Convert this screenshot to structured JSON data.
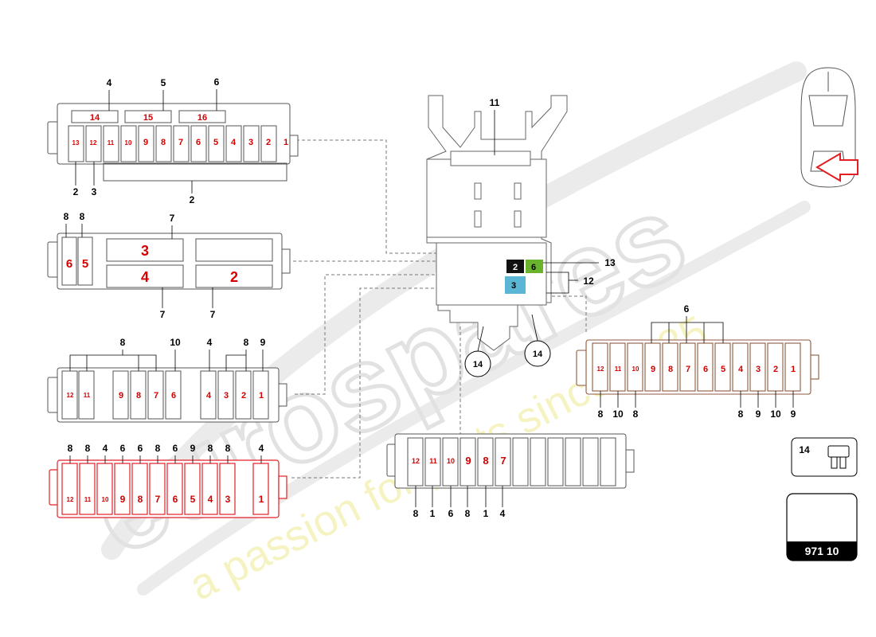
{
  "watermark": {
    "brand": "eurospares",
    "tagline": "a passion for parts since 1985"
  },
  "catalog": {
    "code": "971 10",
    "legend_callout": "14"
  },
  "colors": {
    "fuse_number_red": "#d40000",
    "highlight_red_box": "#e31e24",
    "brown_box": "#8b5a3c",
    "green_relay": "#6ab42d",
    "blue_relay": "#5bb6d6",
    "black_relay": "#111111",
    "watermark_grey": "#e6e6e6",
    "watermark_yellow": "#f3f0b0"
  },
  "central_unit": {
    "callout_11": "11",
    "callout_12": "12",
    "callout_13": "13",
    "callout_14a": "14",
    "callout_14b": "14",
    "relay_black": "2",
    "relay_green": "6",
    "relay_blue": "3"
  },
  "box1": {
    "top_callouts": [
      "4",
      "5",
      "6"
    ],
    "bottom_callouts": [
      "2",
      "3",
      "2"
    ],
    "top_fuses": [
      "14",
      "15",
      "16"
    ],
    "fuses": [
      "13",
      "12",
      "11",
      "10",
      "9",
      "8",
      "7",
      "6",
      "5",
      "4",
      "3",
      "2",
      "1"
    ]
  },
  "box2": {
    "left_callouts": [
      "8",
      "8"
    ],
    "top_callout": "7",
    "bottom_callouts": [
      "7",
      "7"
    ],
    "small_fuses": [
      "6",
      "5"
    ],
    "large_fuses": [
      "3",
      "4",
      "2"
    ]
  },
  "box3": {
    "top_callouts": [
      "8",
      "10",
      "4",
      "8",
      "9"
    ],
    "fuses": [
      "12",
      "11",
      "9",
      "8",
      "7",
      "6",
      "4",
      "3",
      "2",
      "1"
    ]
  },
  "box4": {
    "top_callouts": [
      "8",
      "8",
      "4",
      "6",
      "6",
      "8",
      "6",
      "9",
      "8",
      "8",
      "4"
    ],
    "fuses": [
      "12",
      "11",
      "10",
      "9",
      "8",
      "7",
      "6",
      "5",
      "4",
      "3",
      "1"
    ]
  },
  "box5": {
    "bottom_callouts": [
      "8",
      "1",
      "6",
      "8",
      "1",
      "4"
    ],
    "fuses": [
      "12",
      "11",
      "10",
      "9",
      "8",
      "7"
    ]
  },
  "box6": {
    "top_callout": "6",
    "bottom_callouts": [
      "8",
      "10",
      "8",
      "8",
      "9",
      "10",
      "9"
    ],
    "fuses": [
      "12",
      "11",
      "10",
      "9",
      "8",
      "7",
      "6",
      "5",
      "4",
      "3",
      "2",
      "1"
    ]
  }
}
